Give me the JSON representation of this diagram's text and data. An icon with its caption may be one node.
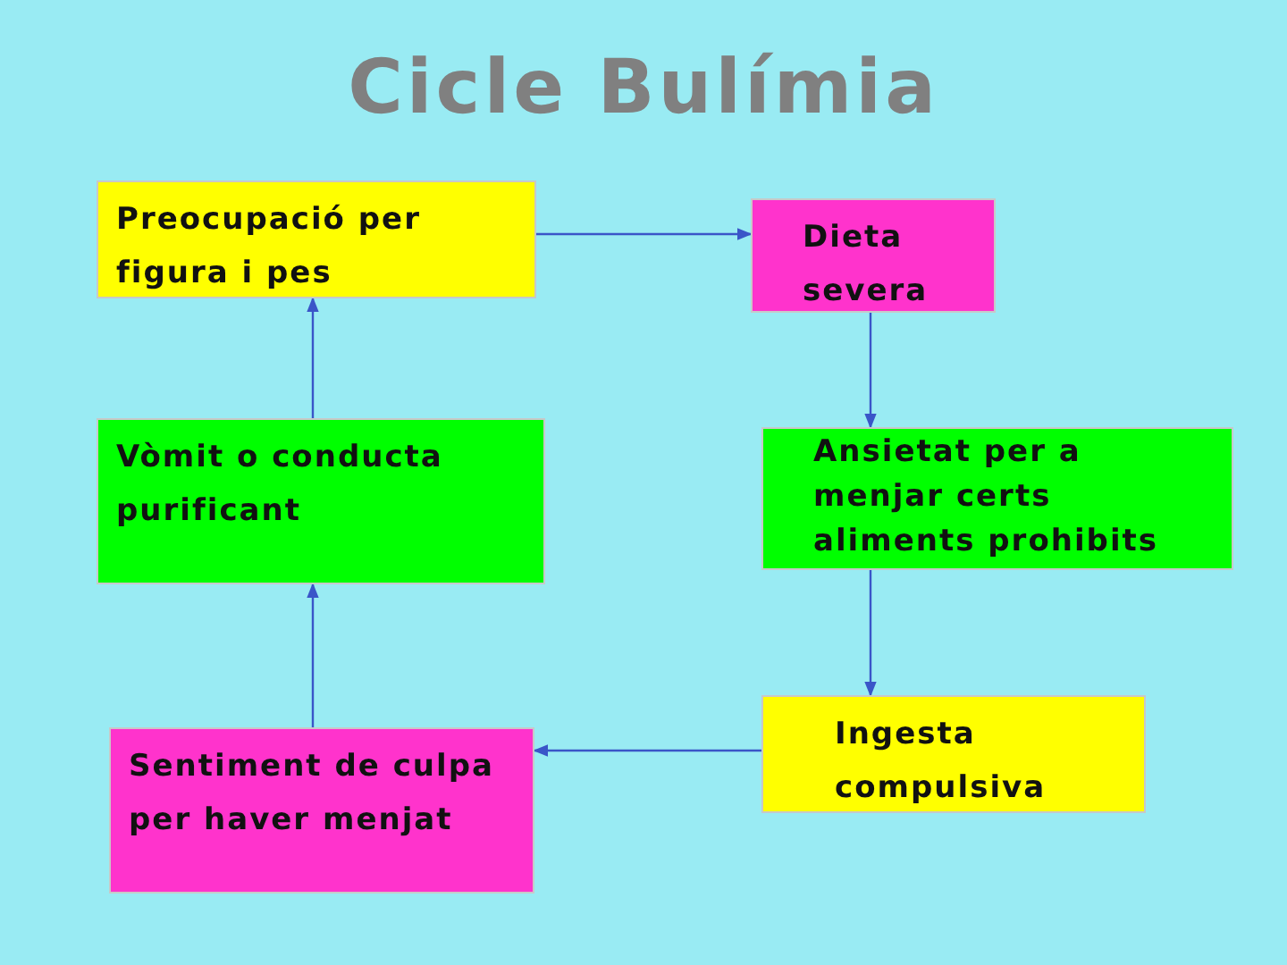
{
  "diagram": {
    "title": "Cicle Bulímia",
    "nodes": [
      {
        "text": [
          "Preocupació per figura i pes"
        ]
      },
      {
        "text": [
          "Dieta severa"
        ]
      },
      {
        "text": [
          "Ansietat per a menjar certs aliments prohibits"
        ]
      },
      {
        "text": [
          "Ingesta compulsiva"
        ]
      },
      {
        "text": [
          "Sentiment de culpa per haver menjat"
        ]
      },
      {
        "text": [
          "Vòmit o conducta purificant"
        ]
      }
    ],
    "edges": [
      {
        "from": 0,
        "to": 1,
        "arrow": "to"
      },
      {
        "from": 1,
        "to": 2,
        "arrow": "to"
      },
      {
        "from": 2,
        "to": 3,
        "arrow": "to"
      },
      {
        "from": 3,
        "to": 4,
        "arrow": "to"
      },
      {
        "from": 4,
        "to": 5,
        "arrow": "to"
      },
      {
        "from": 5,
        "to": 0,
        "arrow": "to"
      }
    ]
  }
}
